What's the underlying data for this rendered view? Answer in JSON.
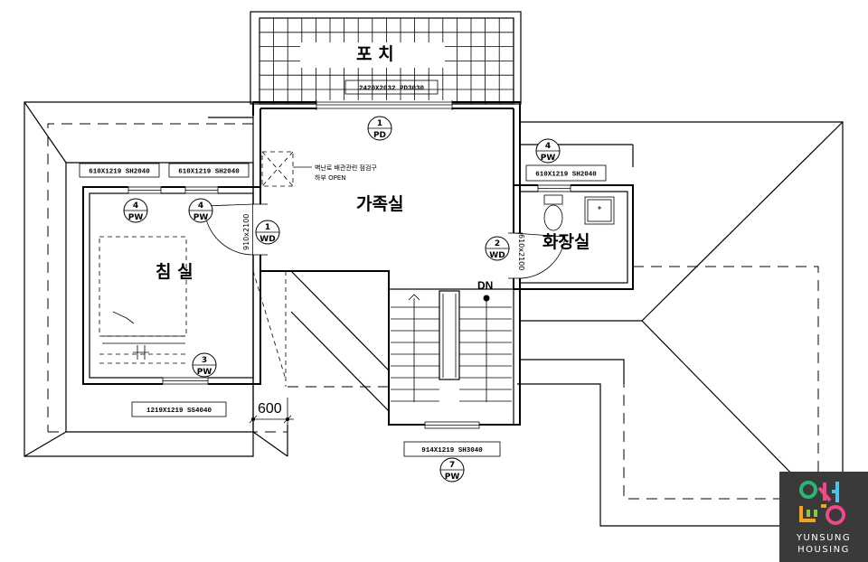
{
  "rooms": {
    "porch": "포 치",
    "family_room": "가족실",
    "bedroom": "침 실",
    "bathroom": "화장실"
  },
  "window_labels": {
    "porch_door": "2420X2032 PD3030",
    "bed_win_1": "610X1219 SH2040",
    "bed_win_2": "610X1219 SH2040",
    "bath_win": "610X1219 SH2040",
    "bed_bottom": "1219X1219 SS4040",
    "stair_win": "914X1219 SH3040"
  },
  "tags": {
    "t1": {
      "num": "1",
      "code": "PD"
    },
    "t2": {
      "num": "4",
      "code": "PW"
    },
    "t3": {
      "num": "4",
      "code": "PW"
    },
    "t4": {
      "num": "4",
      "code": "PW"
    },
    "t5": {
      "num": "1",
      "code": "WD"
    },
    "t6": {
      "num": "2",
      "code": "WD"
    },
    "t7": {
      "num": "3",
      "code": "PW"
    },
    "t8": {
      "num": "7",
      "code": "PW"
    }
  },
  "door_sizes": {
    "wd1": "910x2100",
    "wd2": "610x2100"
  },
  "notes": {
    "attic_line1": "벽난로 배관관련 점검구",
    "attic_line2": "하부 OPEN"
  },
  "dimension": "600",
  "stair_label": "DN",
  "logo": {
    "line1": "YUNSUNG",
    "line2": "HOUSING",
    "colors": [
      "#2bb673",
      "#ec4a8b",
      "#f6a31b",
      "#4fc3e8",
      "#8dc63f"
    ]
  }
}
